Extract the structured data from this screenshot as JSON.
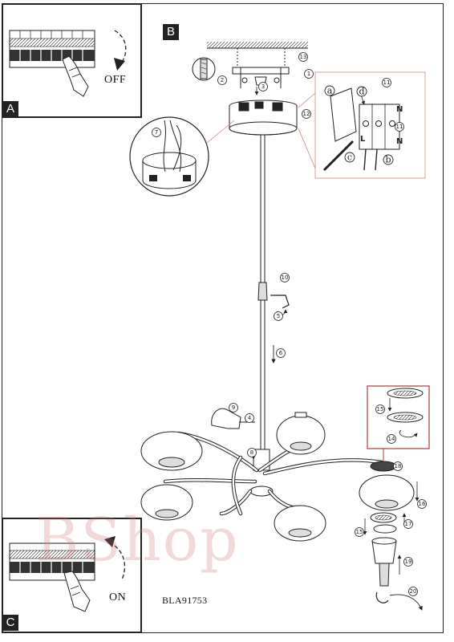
{
  "panels": {
    "a": {
      "label": "A",
      "switch_state": "OFF"
    },
    "b": {
      "label": "B",
      "model_code": "BLA91753"
    },
    "c": {
      "label": "C",
      "switch_state": "ON"
    }
  },
  "terminal_letters": [
    "N",
    "L",
    "N"
  ],
  "callout_letters": [
    "a",
    "d",
    "c",
    "b"
  ],
  "step_numbers": [
    "1",
    "2",
    "3",
    "4",
    "5",
    "6",
    "7",
    "8",
    "9",
    "10",
    "11",
    "12",
    "13",
    "14",
    "15",
    "16",
    "17",
    "18",
    "19",
    "20"
  ],
  "watermark": "BShop",
  "colors": {
    "line": "#222222",
    "panel_label_bg": "#222222",
    "callout_line": "#d08a7a",
    "detail_box": "#b23a3a"
  }
}
